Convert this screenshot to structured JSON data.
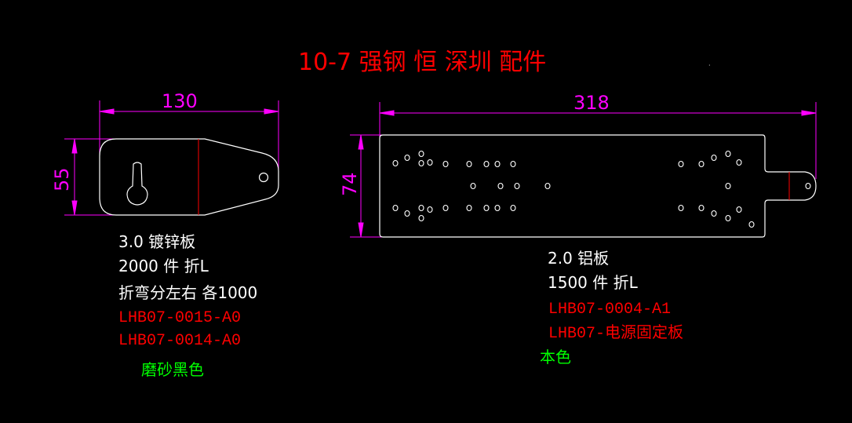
{
  "title": "10-7 强钢 恒 深圳 配件",
  "colors": {
    "title": "#ff0000",
    "dim": "#ff00ff",
    "outline": "#ffffff",
    "note": "#ffffff",
    "part": "#ff0000",
    "finish": "#00ff00"
  },
  "left_part": {
    "dim_width": "130",
    "dim_height": "55",
    "notes": [
      "3.0 镀锌板",
      "2000 件  折L",
      "折弯分左右 各1000"
    ],
    "part_numbers": [
      "LHB07-0015-A0",
      "LHB07-0014-A0"
    ],
    "finish": "磨砂黑色"
  },
  "right_part": {
    "dim_width": "318",
    "dim_height": "74",
    "notes": [
      "2.0 铝板",
      "1500 件  折L"
    ],
    "part_numbers": [
      "LHB07-0004-A1",
      "LHB07-电源固定板"
    ],
    "finish": "本色"
  }
}
